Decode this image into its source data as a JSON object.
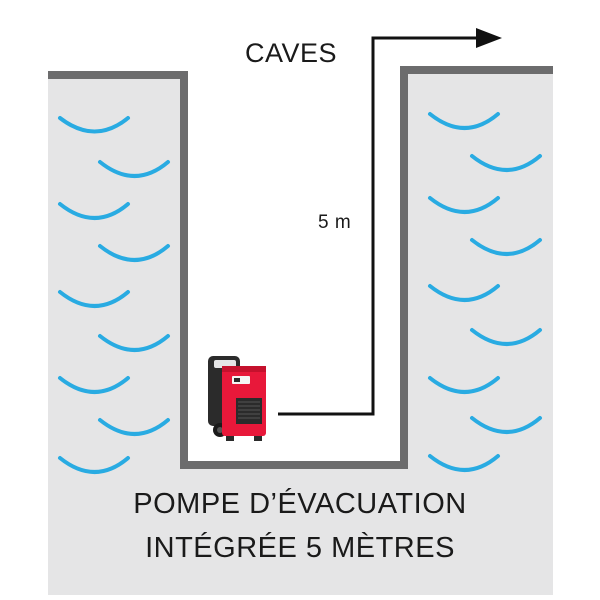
{
  "labels": {
    "caves": "CAVES",
    "distance": "5 m",
    "caption_line1": "POMPE D’ÉVACUATION",
    "caption_line2": "INTÉGRÉE 5 MÈTRES"
  },
  "colors": {
    "wall_fill": "#e5e5e6",
    "wall_border": "#6c6c6d",
    "water_waves": "#29abe2",
    "hose_line": "#111111",
    "dehumidifier_body": "#e8183a",
    "dehumidifier_frame": "#2b2b2b"
  },
  "icons": {
    "device": "dehumidifier-icon",
    "wave": "water-wave-icon",
    "arrow": "arrow-right-icon"
  }
}
